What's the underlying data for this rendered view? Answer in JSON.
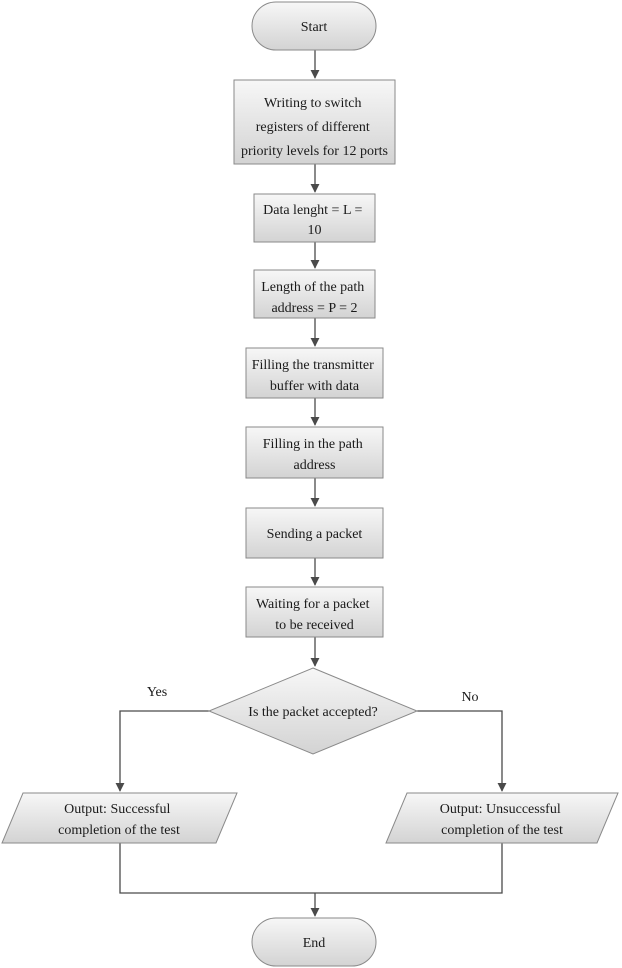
{
  "nodes": {
    "start": "Start",
    "write_registers": [
      "Writing to switch",
      "registers of different",
      "priority levels for 12 ports"
    ],
    "data_length": [
      "Data lenght  = L =",
      "10"
    ],
    "path_length": [
      "Length of the path",
      "address = P = 2"
    ],
    "fill_buffer": [
      "Filling the transmitter",
      "buffer with data"
    ],
    "fill_address": [
      "Filling in the path",
      "address"
    ],
    "send_packet": "Sending a packet",
    "wait_packet": [
      "Waiting for a packet",
      "to be received"
    ],
    "decision": "Is the packet accepted?",
    "output_success": [
      "Output: Successful",
      "completion of the test"
    ],
    "output_fail": [
      "Output: Unsuccessful",
      "completion of the test"
    ],
    "end": "End"
  },
  "edges": {
    "yes_label": "Yes",
    "no_label": "No"
  },
  "colors": {
    "fill_light": "#f4f4f4",
    "fill_dark": "#d4d4d4",
    "stroke": "#8a8a8a",
    "arrow": "#4a4a4a"
  }
}
